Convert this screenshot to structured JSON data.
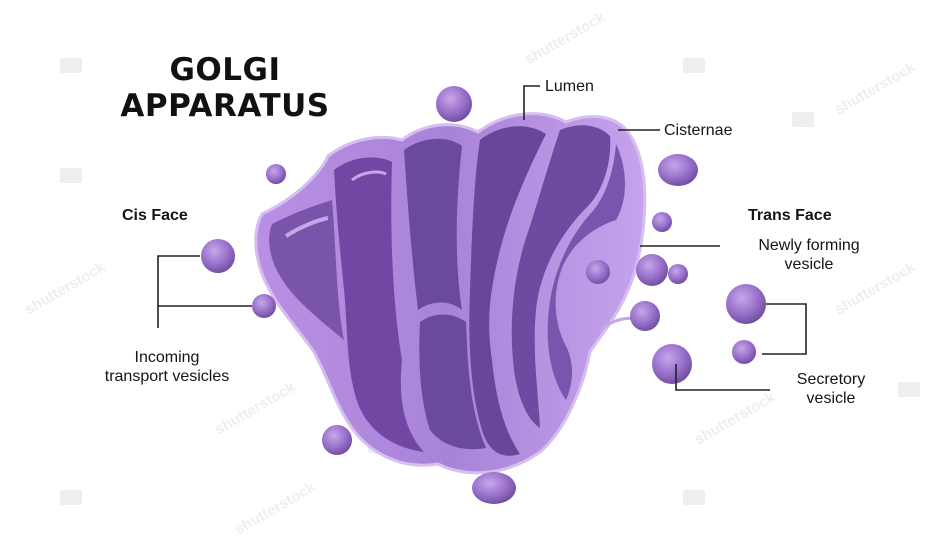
{
  "diagram": {
    "title_line1": "GOLGI",
    "title_line2": "APPARATUS",
    "labels": {
      "cis_face": "Cis Face",
      "trans_face": "Trans Face",
      "lumen": "Lumen",
      "cisternae": "Cisternae",
      "newly_forming_line1": "Newly forming",
      "newly_forming_line2": "vesicle",
      "incoming_line1": "Incoming",
      "incoming_line2": "transport vesicles",
      "secretory_line1": "Secretory",
      "secretory_line2": "vesicle"
    },
    "watermark": "shutterstock",
    "colors": {
      "membrane_light": "#c9a6ea",
      "membrane_mid": "#a57fd1",
      "lumen_dark": "#6c4a9b",
      "leader_line": "#222222"
    }
  }
}
